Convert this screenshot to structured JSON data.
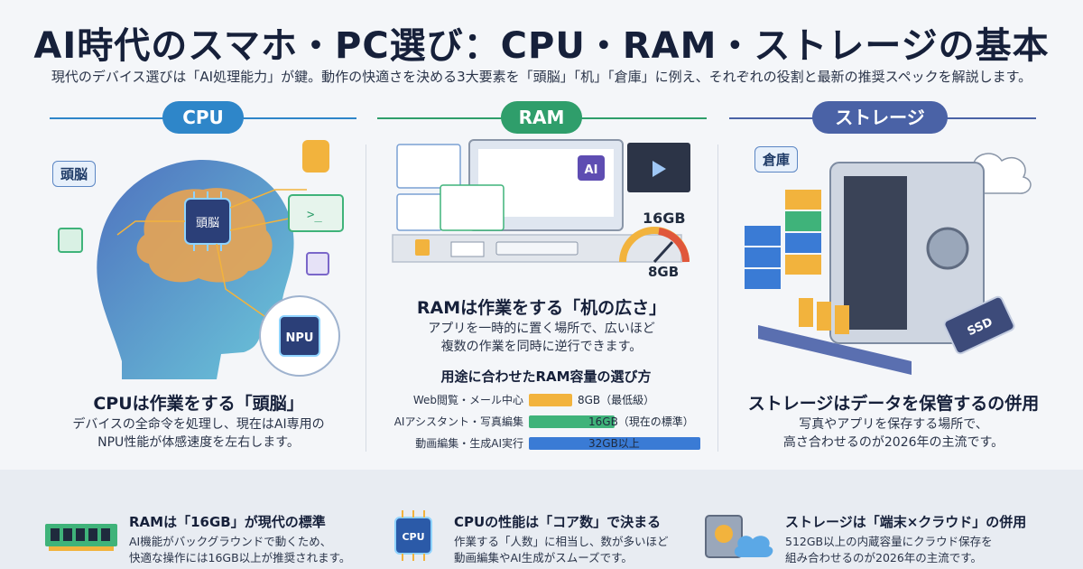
{
  "header": {
    "title": "AI時代のスマホ・PC選び：CPU・RAM・ストレージの基本",
    "subtitle": "現代のデバイス選びは「AI処理能力」が鍵。動作の快適さを決める3大要素を「頭脳」「机」「倉庫」に例え、それぞれの役割と最新の推奨スペックを解説します。"
  },
  "colors": {
    "cpu": "#2e86c9",
    "ram": "#2f9e6b",
    "storage": "#4a62a6"
  },
  "cpu": {
    "pill": "CPU",
    "tag": "頭脳",
    "chip_label": "頭脳",
    "npu_label": "NPU",
    "heading": "CPUは作業をする「頭脳」",
    "desc_line1": "デバイスの全命令を処理し、現在はAI専用の",
    "desc_line2": "NPU性能が体感速度を左右します。"
  },
  "ram": {
    "pill": "RAM",
    "gauge_high": "16GB",
    "gauge_low": "8GB",
    "screen_badge": "AI",
    "heading": "RAMは作業をする「机の広さ」",
    "desc_line1": "アプリを一時的に置く場所で、広いほど",
    "desc_line2": "複数の作業を同時に逆行できます。",
    "usage_title": "用途に合わせたRAM容量の選び方",
    "usage": [
      {
        "label": "Web閲覧・メール中心",
        "value_text": "8GB（最低級）",
        "gb": 8,
        "color": "#f2b33d"
      },
      {
        "label": "AIアシスタント・写真編集",
        "value_text": "16GB（現在の標準）",
        "gb": 16,
        "color": "#3fb37a"
      },
      {
        "label": "動画編集・生成AI実行",
        "value_text": "32GB以上",
        "gb": 32,
        "color": "#3a7bd5"
      }
    ]
  },
  "storage": {
    "pill": "ストレージ",
    "tag": "倉庫",
    "ssd_label": "SSD",
    "heading": "ストレージはデータを保管するの併用",
    "desc_line1": "写真やアプリを保存する場所で、",
    "desc_line2": "高さ合わせるのが2026年の主流です。"
  },
  "bottom": [
    {
      "icon": "ram-module-icon",
      "title": "RAMは「16GB」が現代の標準",
      "desc_line1": "AI機能がバックグラウンドで動くため、",
      "desc_line2": "快適な操作には16GB以上が推奨されます。"
    },
    {
      "icon": "cpu-chip-icon",
      "icon_text": "CPU",
      "title": "CPUの性能は「コア数」で決まる",
      "desc_line1": "作業する「人数」に相当し、数が多いほど",
      "desc_line2": "動画編集やAI生成がスムーズです。"
    },
    {
      "icon": "drive-cloud-icon",
      "title": "ストレージは「端末×クラウド」の併用",
      "desc_line1": "512GB以上の内蔵容量にクラウド保存を",
      "desc_line2": "組み合わせるのが2026年の主流です。"
    }
  ]
}
